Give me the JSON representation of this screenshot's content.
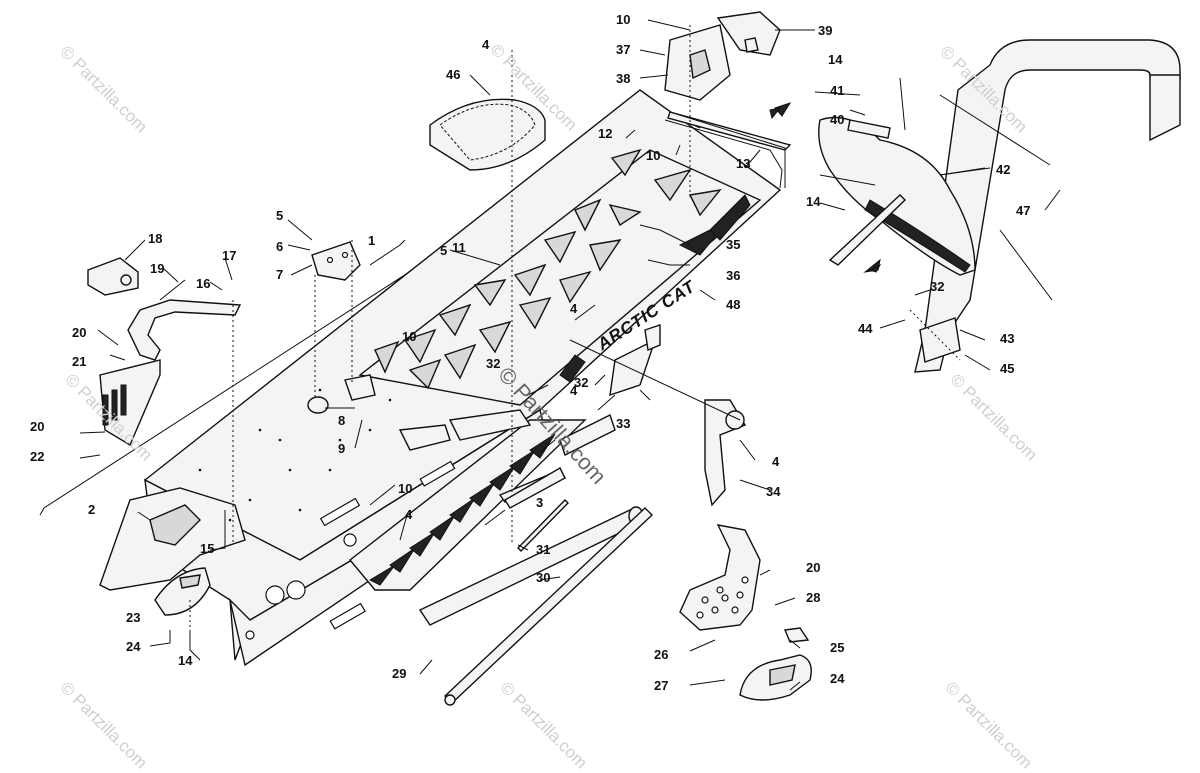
{
  "watermarks": [
    "© Partzilla.com",
    "© Partzilla.com",
    "© Partzilla.com",
    "© Partzilla.com",
    "© Partzilla.com",
    "© Partzilla.com",
    "© Partzilla.com",
    "© Partzilla.com"
  ],
  "center_watermark": "© Partzilla.com",
  "brand_decal": "ARCTIC CAT",
  "callouts": [
    {
      "id": "c1",
      "text": "1"
    },
    {
      "id": "c2",
      "text": "2"
    },
    {
      "id": "c3",
      "text": "3"
    },
    {
      "id": "c4a",
      "text": "4"
    },
    {
      "id": "c4b",
      "text": "4"
    },
    {
      "id": "c4c",
      "text": "4"
    },
    {
      "id": "c4d",
      "text": "4"
    },
    {
      "id": "c4e",
      "text": "4"
    },
    {
      "id": "c5a",
      "text": "5"
    },
    {
      "id": "c5b",
      "text": "5"
    },
    {
      "id": "c6",
      "text": "6"
    },
    {
      "id": "c7",
      "text": "7"
    },
    {
      "id": "c8",
      "text": "8"
    },
    {
      "id": "c9",
      "text": "9"
    },
    {
      "id": "c10a",
      "text": "10"
    },
    {
      "id": "c10b",
      "text": "10"
    },
    {
      "id": "c10c",
      "text": "10"
    },
    {
      "id": "c10d",
      "text": "10"
    },
    {
      "id": "c11",
      "text": "11"
    },
    {
      "id": "c12",
      "text": "12"
    },
    {
      "id": "c13",
      "text": "13"
    },
    {
      "id": "c14a",
      "text": "14"
    },
    {
      "id": "c14b",
      "text": "14"
    },
    {
      "id": "c14c",
      "text": "14"
    },
    {
      "id": "c15",
      "text": "15"
    },
    {
      "id": "c16",
      "text": "16"
    },
    {
      "id": "c17",
      "text": "17"
    },
    {
      "id": "c18",
      "text": "18"
    },
    {
      "id": "c19",
      "text": "19"
    },
    {
      "id": "c20a",
      "text": "20"
    },
    {
      "id": "c20b",
      "text": "20"
    },
    {
      "id": "c20c",
      "text": "20"
    },
    {
      "id": "c21",
      "text": "21"
    },
    {
      "id": "c22",
      "text": "22"
    },
    {
      "id": "c23",
      "text": "23"
    },
    {
      "id": "c24a",
      "text": "24"
    },
    {
      "id": "c24b",
      "text": "24"
    },
    {
      "id": "c25",
      "text": "25"
    },
    {
      "id": "c26",
      "text": "26"
    },
    {
      "id": "c27",
      "text": "27"
    },
    {
      "id": "c28",
      "text": "28"
    },
    {
      "id": "c29",
      "text": "29"
    },
    {
      "id": "c30",
      "text": "30"
    },
    {
      "id": "c31",
      "text": "31"
    },
    {
      "id": "c32a",
      "text": "32"
    },
    {
      "id": "c32b",
      "text": "32"
    },
    {
      "id": "c32c",
      "text": "32"
    },
    {
      "id": "c33",
      "text": "33"
    },
    {
      "id": "c34",
      "text": "34"
    },
    {
      "id": "c35",
      "text": "35"
    },
    {
      "id": "c36",
      "text": "36"
    },
    {
      "id": "c37",
      "text": "37"
    },
    {
      "id": "c38",
      "text": "38"
    },
    {
      "id": "c39",
      "text": "39"
    },
    {
      "id": "c40",
      "text": "40"
    },
    {
      "id": "c41",
      "text": "41"
    },
    {
      "id": "c42",
      "text": "42"
    },
    {
      "id": "c43",
      "text": "43"
    },
    {
      "id": "c44",
      "text": "44"
    },
    {
      "id": "c45",
      "text": "45"
    },
    {
      "id": "c46",
      "text": "46"
    },
    {
      "id": "c47",
      "text": "47"
    },
    {
      "id": "c48",
      "text": "48"
    }
  ]
}
